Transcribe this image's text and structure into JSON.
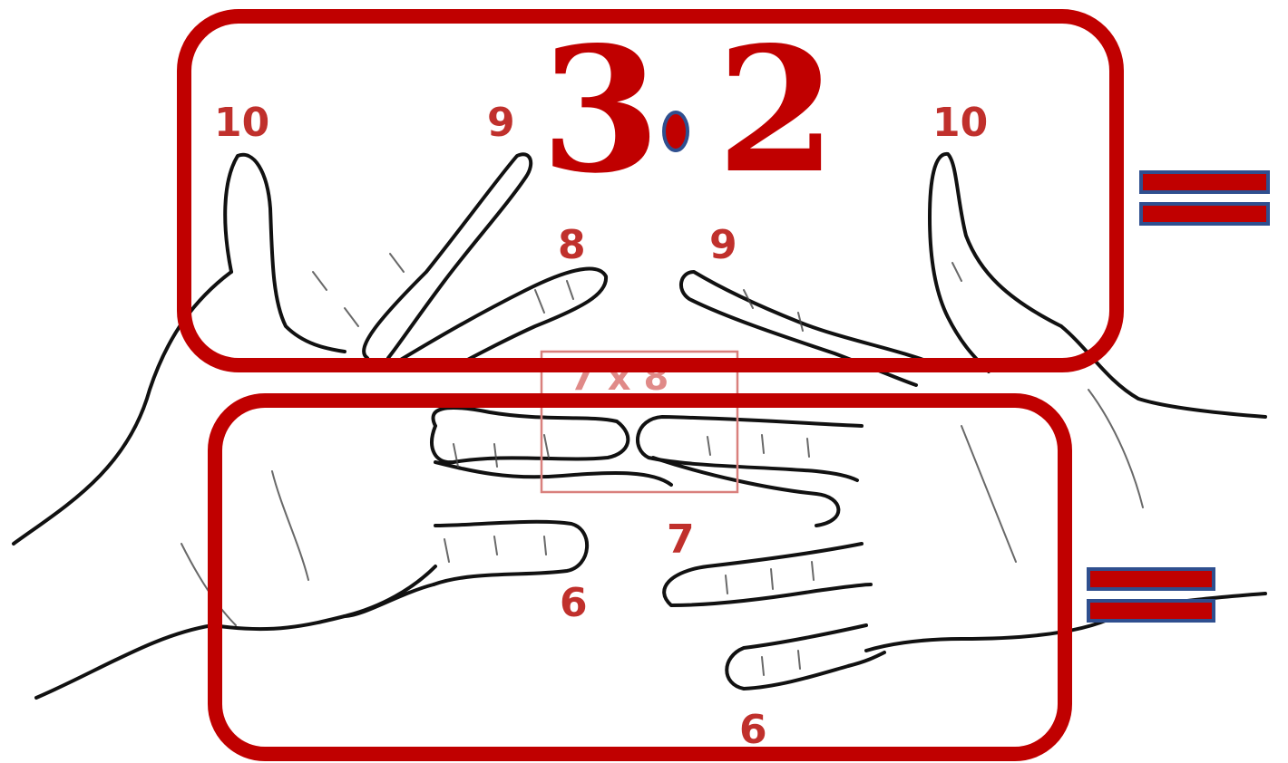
{
  "product": {
    "factor_left": "3",
    "factor_right": "2",
    "operator": "dot"
  },
  "labels": {
    "left_hand": [
      "10",
      "9",
      "8",
      "6"
    ],
    "right_hand": [
      "10",
      "9",
      "7",
      "6"
    ],
    "center": "7 x 8"
  },
  "equals_signs": [
    "equals-top",
    "equals-bottom"
  ],
  "colors": {
    "frame": "#c00000",
    "label": "#c0302c",
    "dot_fill": "#c00000",
    "dot_stroke": "#2f4f8f"
  }
}
